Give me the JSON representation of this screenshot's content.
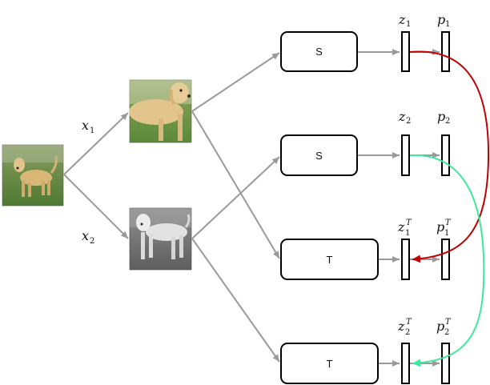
{
  "colors": {
    "arrow_gray": "#9a9a9a",
    "red_link": "#c00000",
    "green_link": "#3fe89a"
  },
  "images": {
    "original": "dog-photo-original",
    "view1": "dog-photo-crop-color",
    "view2": "dog-photo-crop-grayscale"
  },
  "augment_labels": [
    {
      "main": "x",
      "sub": "1"
    },
    {
      "main": "x",
      "sub": "2"
    }
  ],
  "blocks": [
    {
      "label": "S"
    },
    {
      "label": "S"
    },
    {
      "label": "T"
    },
    {
      "label": "T"
    }
  ],
  "z_labels": [
    {
      "main": "z",
      "sub": "1",
      "sup": ""
    },
    {
      "main": "z",
      "sub": "2",
      "sup": ""
    },
    {
      "main": "z",
      "sub": "1",
      "sup": "T"
    },
    {
      "main": "z",
      "sub": "2",
      "sup": "T"
    }
  ],
  "p_labels": [
    {
      "main": "p",
      "sub": "1",
      "sup": ""
    },
    {
      "main": "p",
      "sub": "2",
      "sup": ""
    },
    {
      "main": "p",
      "sub": "1",
      "sup": "T"
    },
    {
      "main": "p",
      "sub": "2",
      "sup": "T"
    }
  ]
}
